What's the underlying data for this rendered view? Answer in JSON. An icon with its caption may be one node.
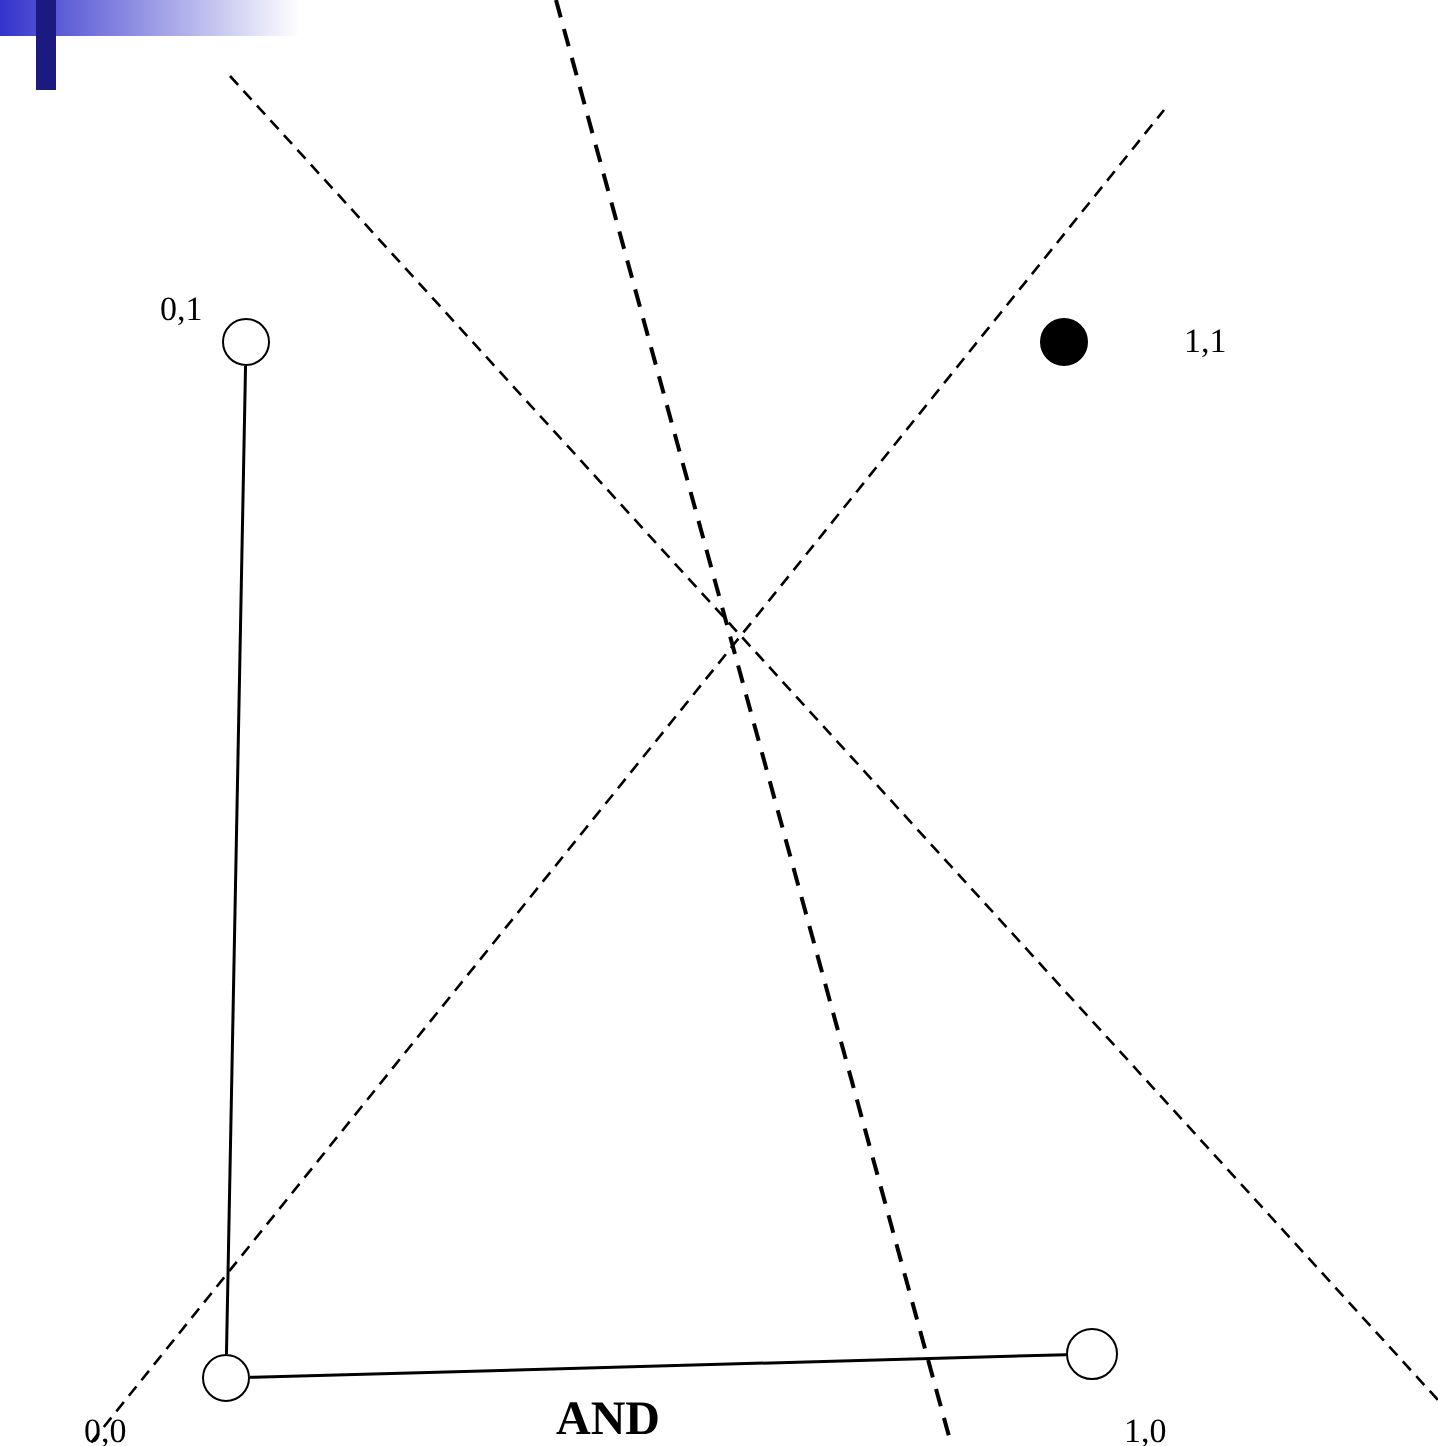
{
  "diagram": {
    "nodes": [
      {
        "text": [],
        "shape": "circle",
        "beside": [
          "0,1"
        ]
      },
      {
        "text": [],
        "shape": "circle",
        "beside": [
          "1,1"
        ]
      },
      {
        "text": [],
        "shape": "circle",
        "beside": [
          "0,0"
        ]
      },
      {
        "text": [],
        "shape": "circle",
        "beside": [
          "1,0"
        ]
      }
    ],
    "edges": [
      {
        "from": 2,
        "to": 0,
        "arrow": "none"
      },
      {
        "from": 2,
        "to": 3,
        "arrow": "none"
      }
    ],
    "labels": [
      "AND"
    ]
  }
}
